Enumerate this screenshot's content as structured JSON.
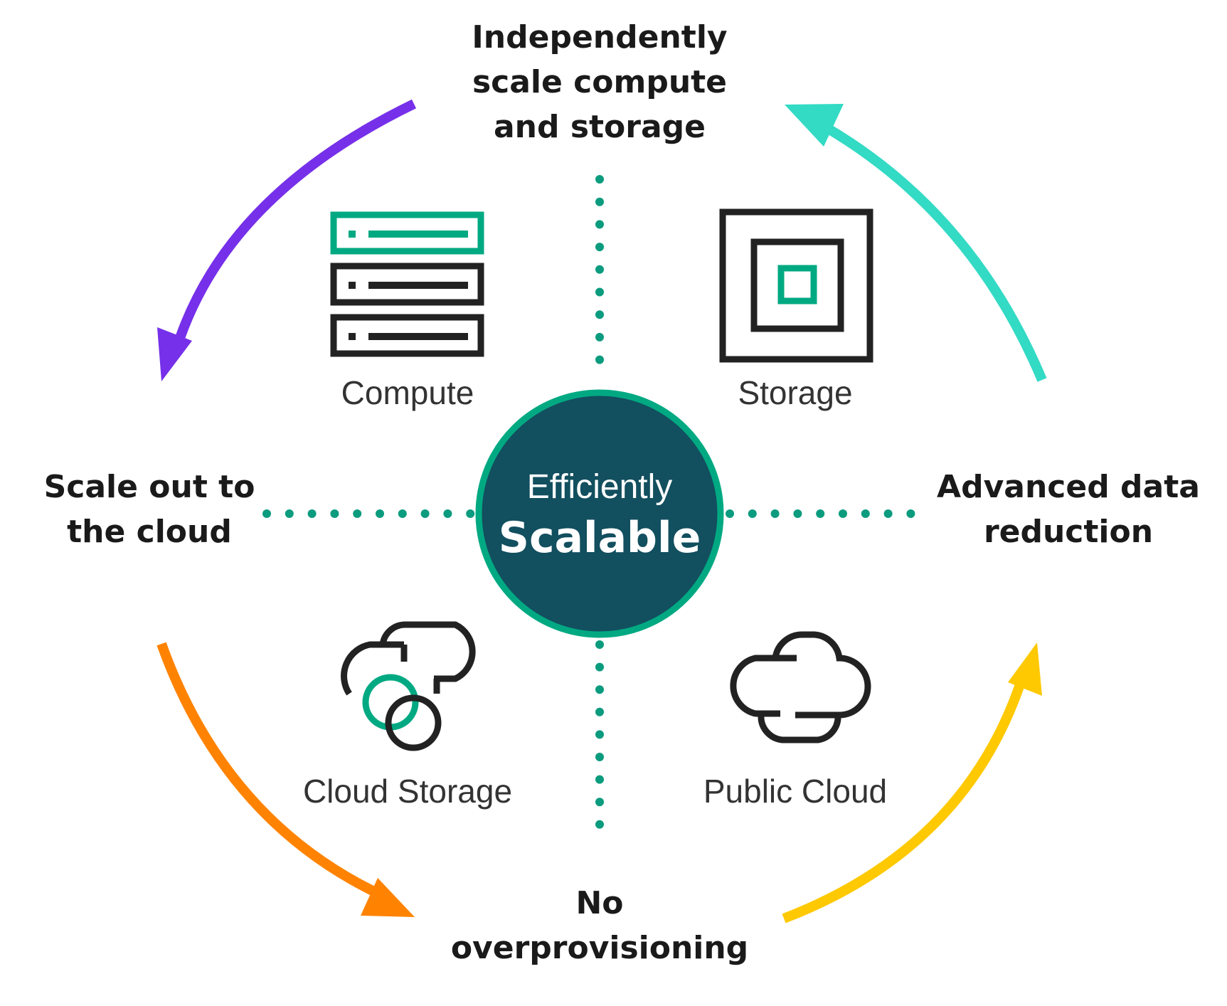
{
  "diagram": {
    "center": {
      "line1": "Efficiently",
      "line2": "Scalable"
    },
    "top_label": [
      "Independently",
      "scale compute",
      "and storage"
    ],
    "left_label": [
      "Scale out to",
      "the cloud"
    ],
    "right_label": [
      "Advanced data",
      "reduction"
    ],
    "bottom_label": [
      "No",
      "overprovisioning"
    ],
    "quadrants": {
      "top_left": "Compute",
      "top_right": "Storage",
      "bottom_left": "Cloud Storage",
      "bottom_right": "Public Cloud"
    }
  },
  "colors": {
    "center_fill": "#124f5f",
    "center_ring": "#01a982",
    "accent_green": "#01a982",
    "dotted_lines": "#0b9b7e",
    "icon_dark": "#222222",
    "arrow_top_left": "#7630ea",
    "arrow_top_right": "#33dac4",
    "arrow_bottom_left": "#ff8300",
    "arrow_bottom_right": "#fec901"
  },
  "icons": {
    "compute": "server-stack-icon",
    "storage": "storage-box-icon",
    "cloud_storage": "cloud-link-icon",
    "public_cloud": "cloud-icon"
  }
}
